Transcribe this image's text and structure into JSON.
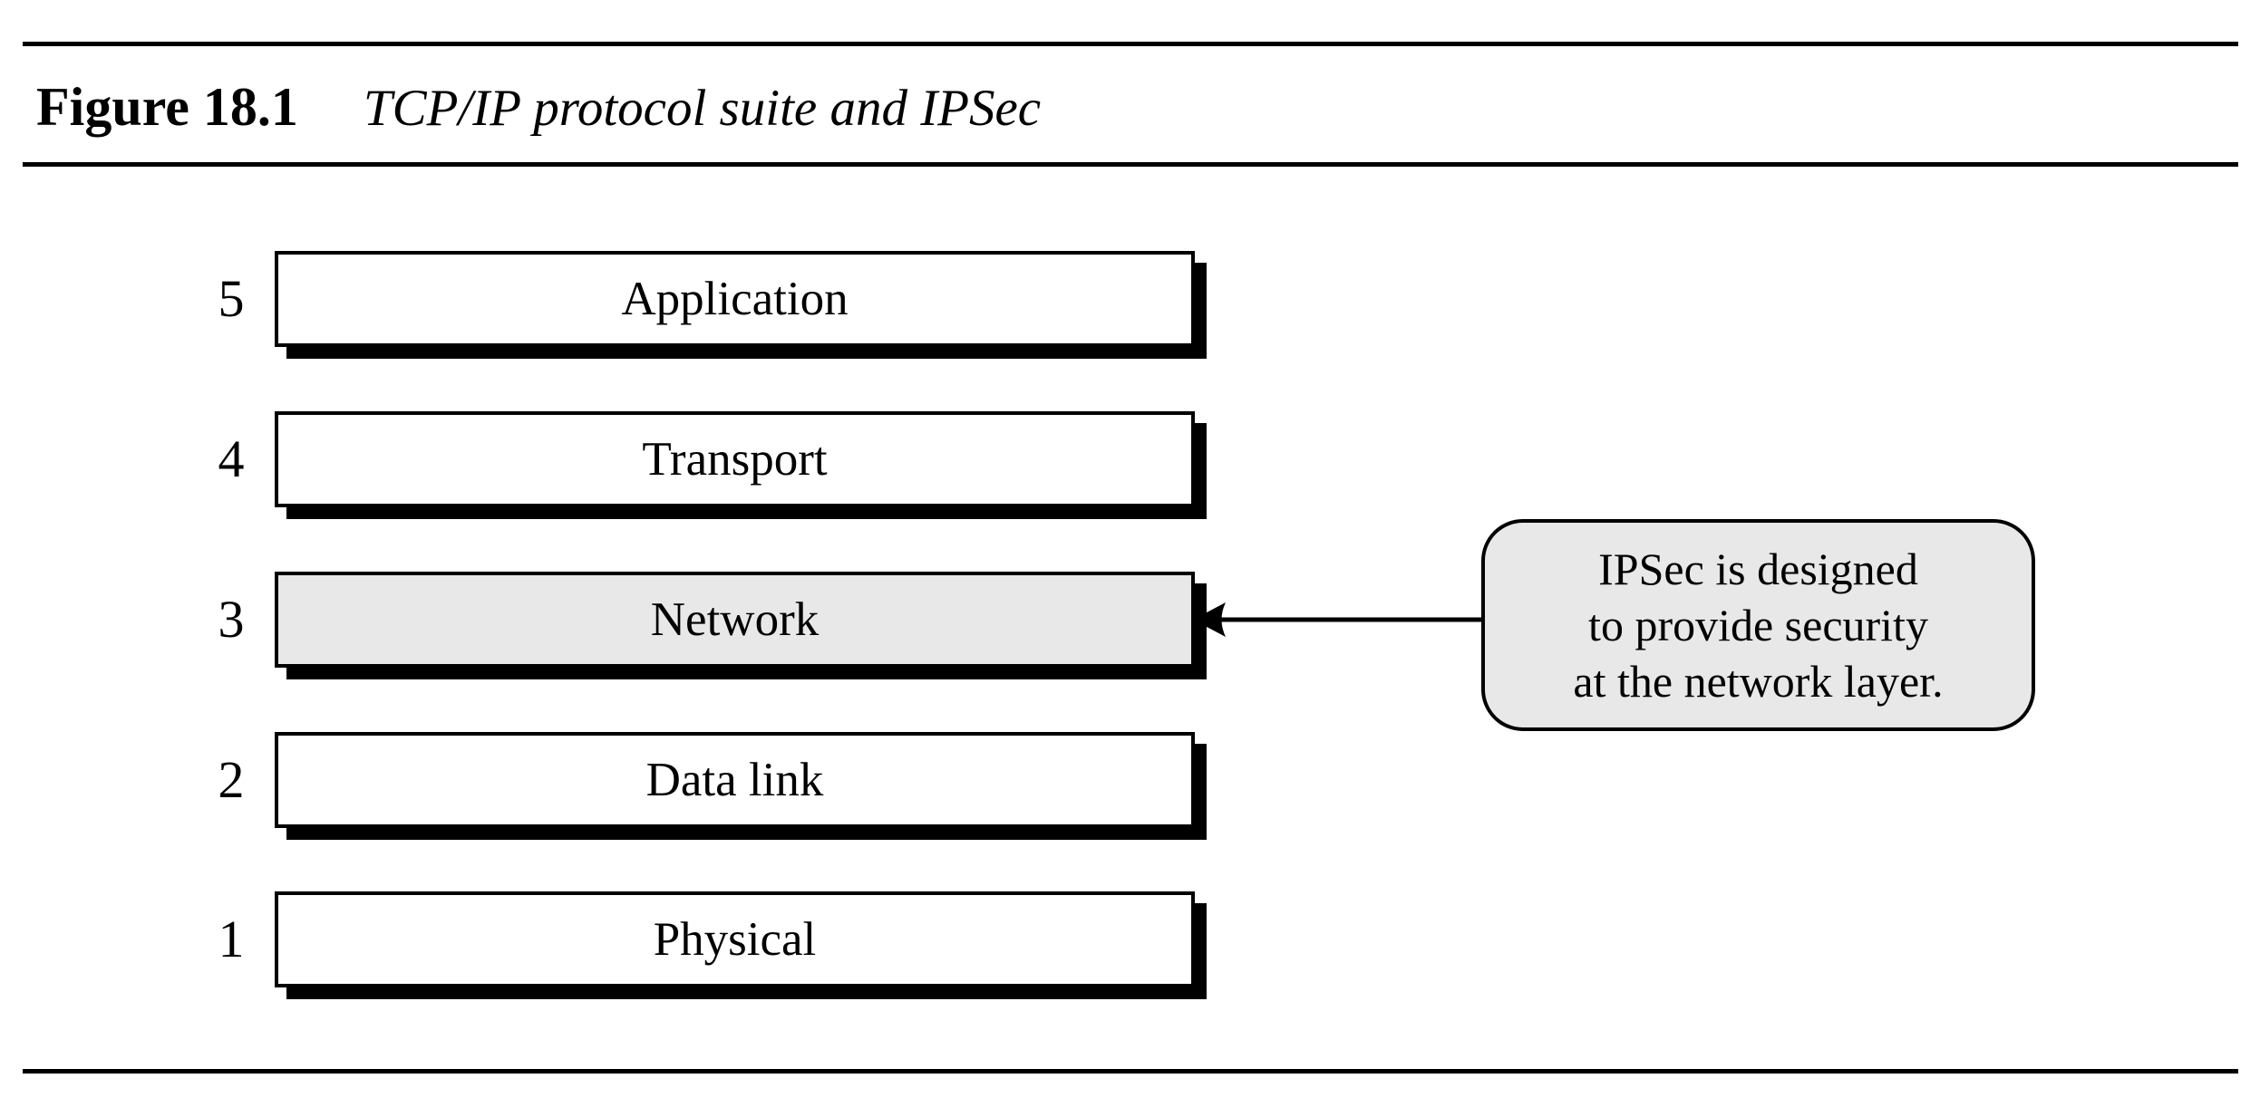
{
  "caption": {
    "label": "Figure 18.1",
    "title": "TCP/IP protocol suite and IPSec"
  },
  "layers": [
    {
      "number": "5",
      "label": "Application",
      "highlighted": false
    },
    {
      "number": "4",
      "label": "Transport",
      "highlighted": false
    },
    {
      "number": "3",
      "label": "Network",
      "highlighted": true
    },
    {
      "number": "2",
      "label": "Data link",
      "highlighted": false
    },
    {
      "number": "1",
      "label": "Physical",
      "highlighted": false
    }
  ],
  "callout": {
    "lines": [
      "IPSec is designed",
      "to provide security",
      "at the network layer."
    ]
  },
  "colors": {
    "highlight_fill": "#e8e8e8",
    "callout_fill": "#e8e8e8",
    "line_color": "#000000"
  }
}
